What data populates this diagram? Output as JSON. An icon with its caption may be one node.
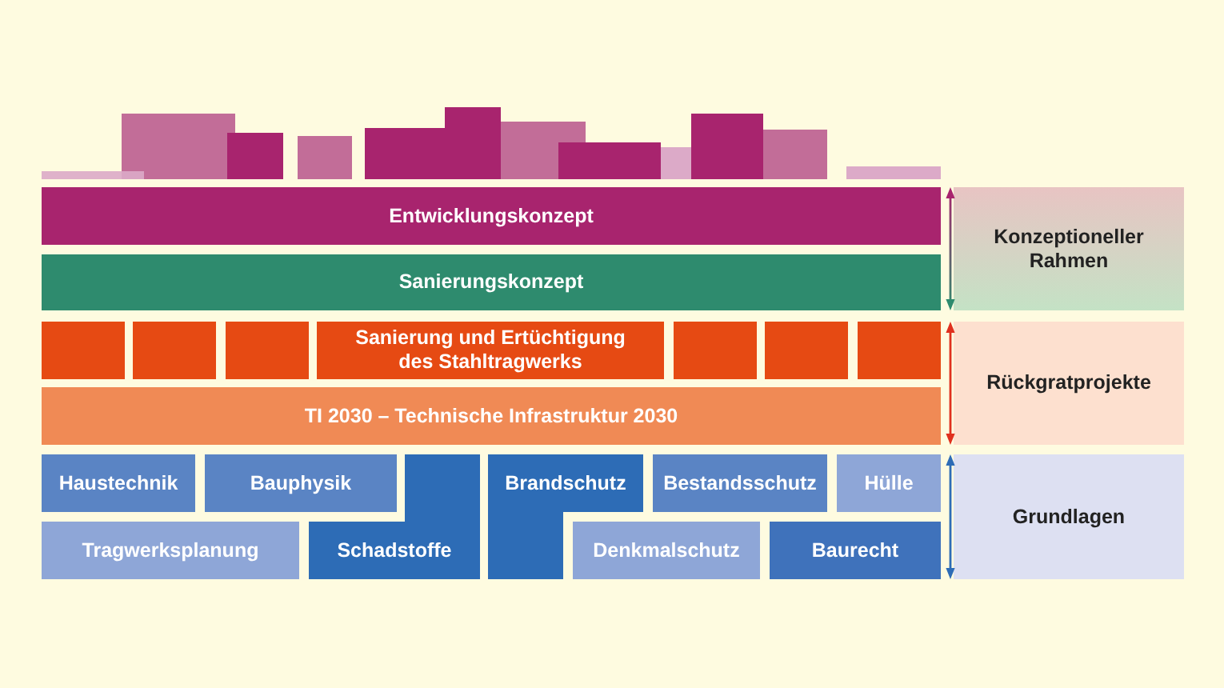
{
  "diagram": {
    "nodes": [
      {
        "text": [
          "Entwicklungskonzept"
        ]
      },
      {
        "text": [
          "Sanierungskonzept"
        ]
      },
      {
        "text": [
          "Konzeptioneller Rahmen"
        ]
      },
      {
        "text": [],
        "shape": "box"
      },
      {
        "text": [],
        "shape": "box"
      },
      {
        "text": [],
        "shape": "box"
      },
      {
        "text": [
          "Sanierung und Ertüchtigung des Stahltragwerks"
        ]
      },
      {
        "text": [],
        "shape": "box"
      },
      {
        "text": [],
        "shape": "box"
      },
      {
        "text": [],
        "shape": "box"
      },
      {
        "text": [
          "TI 2030 – Technische Infrastruktur 2030"
        ]
      },
      {
        "text": [
          "Rückgratprojekte"
        ]
      },
      {
        "text": [
          "Haustechnik"
        ]
      },
      {
        "text": [
          "Bauphysik"
        ]
      },
      {
        "text": [
          "Brandschutz"
        ]
      },
      {
        "text": [
          "Bestandsschutz"
        ]
      },
      {
        "text": [
          "Hülle"
        ]
      },
      {
        "text": [
          "Tragwerksplanung"
        ]
      },
      {
        "text": [
          "Schadstoffe"
        ]
      },
      {
        "text": [
          "Denkmalschutz"
        ]
      },
      {
        "text": [
          "Baurecht"
        ]
      },
      {
        "text": [
          "Grundlagen"
        ]
      }
    ]
  }
}
